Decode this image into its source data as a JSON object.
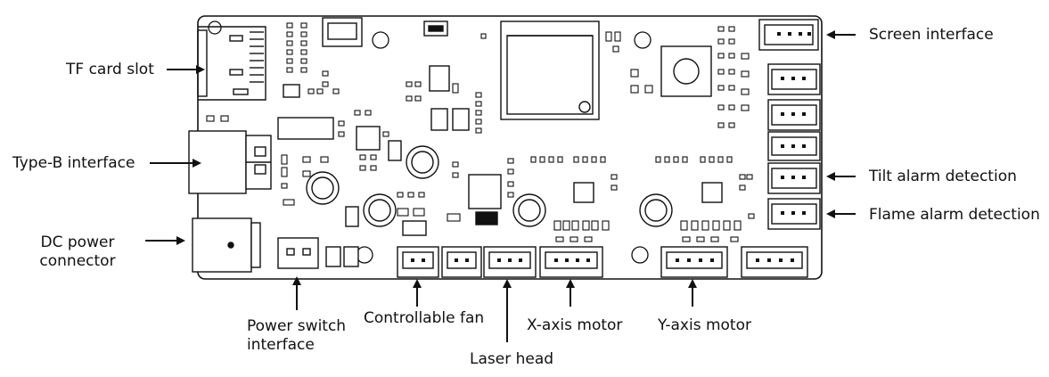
{
  "labels": {
    "tf_card_slot": "TF card slot",
    "type_b_interface": "Type-B interface",
    "dc_power_line1": "DC power",
    "dc_power_line2": "connector",
    "screen_interface": "Screen interface",
    "tilt_alarm": "Tilt alarm detection",
    "flame_alarm": "Flame alarm detection",
    "power_switch_line1": "Power switch",
    "power_switch_line2": "interface",
    "controllable_fan": "Controllable fan",
    "laser_head": "Laser head",
    "x_axis_motor": "X-axis motor",
    "y_axis_motor": "Y-axis motor"
  },
  "colors": {
    "line": "#111111",
    "board": "#ffffff",
    "fill_dark": "#222222"
  }
}
